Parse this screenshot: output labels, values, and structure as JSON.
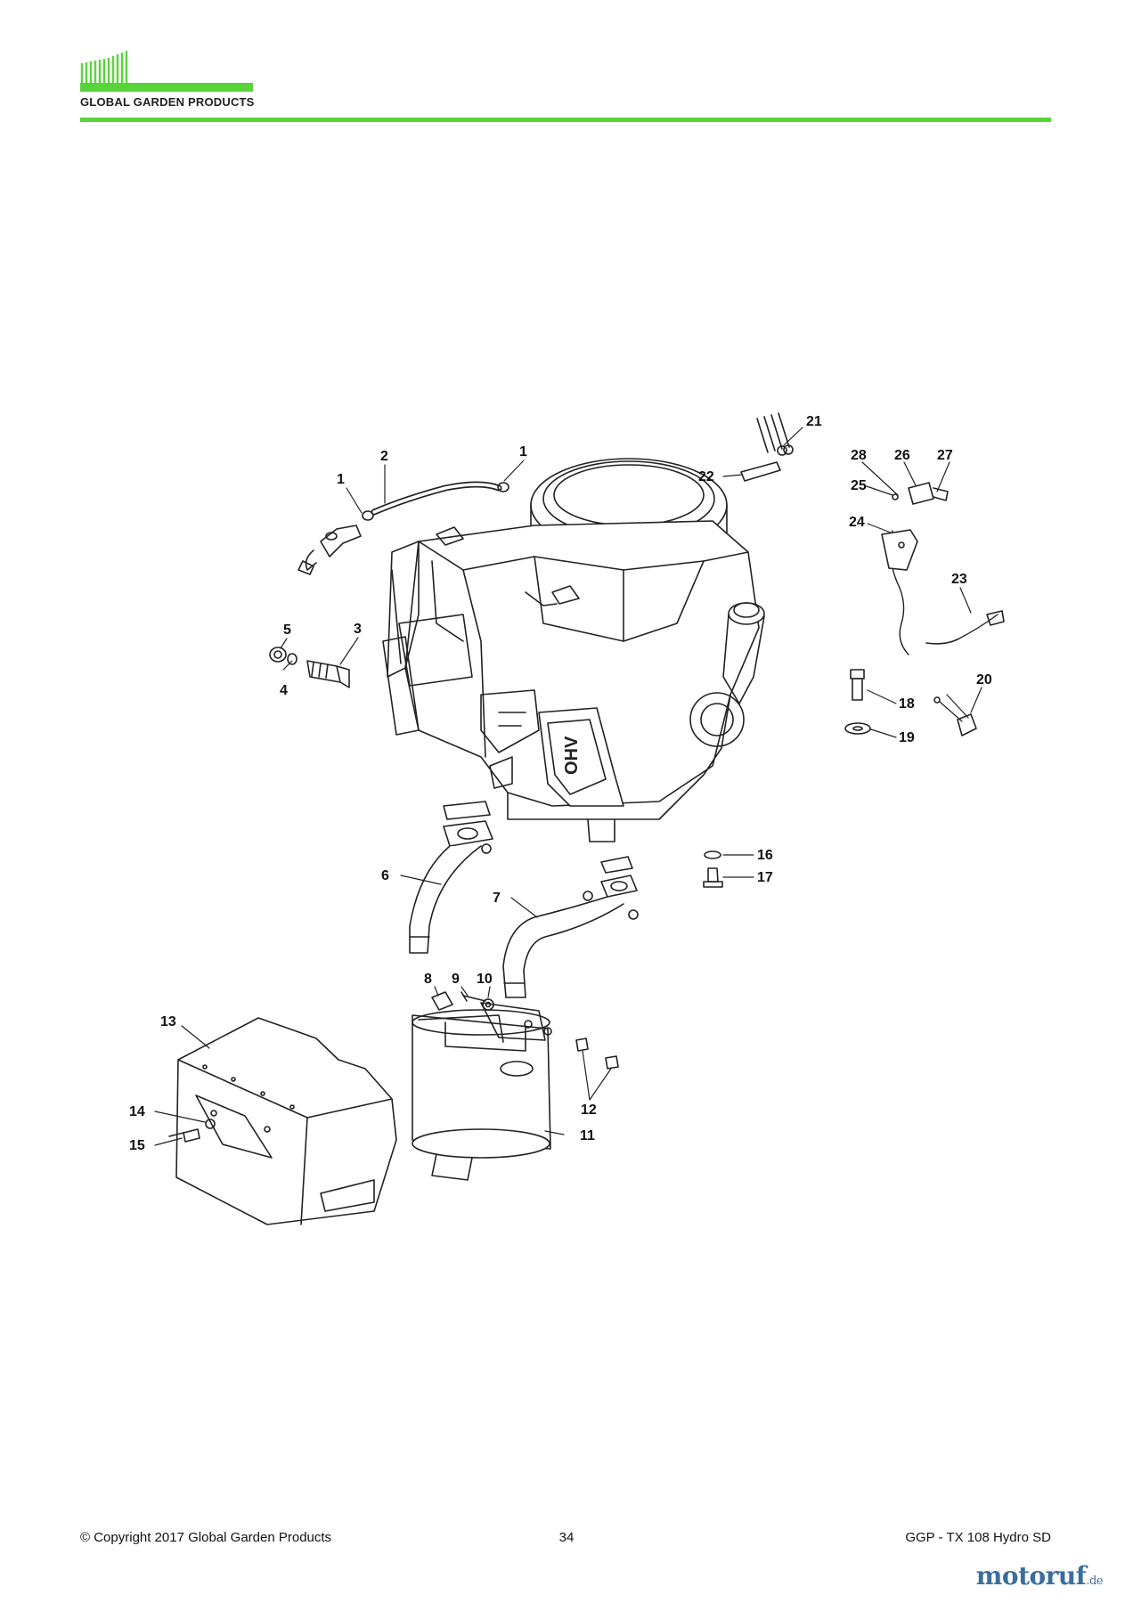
{
  "header": {
    "brand": "GLOBAL GARDEN PRODUCTS",
    "accent_color": "#58d43a"
  },
  "diagram": {
    "callouts": [
      "1",
      "2",
      "1",
      "3",
      "4",
      "5",
      "6",
      "7",
      "8",
      "9",
      "10",
      "11",
      "12",
      "13",
      "14",
      "15",
      "16",
      "17",
      "18",
      "19",
      "20",
      "21",
      "22",
      "23",
      "24",
      "25",
      "26",
      "27",
      "28"
    ]
  },
  "footer": {
    "copyright": "© Copyright 2017 Global Garden Products",
    "page_number": "34",
    "model": "GGP - TX 108 Hydro SD"
  },
  "watermark": {
    "text": "motoruf",
    "suffix": ".de"
  }
}
